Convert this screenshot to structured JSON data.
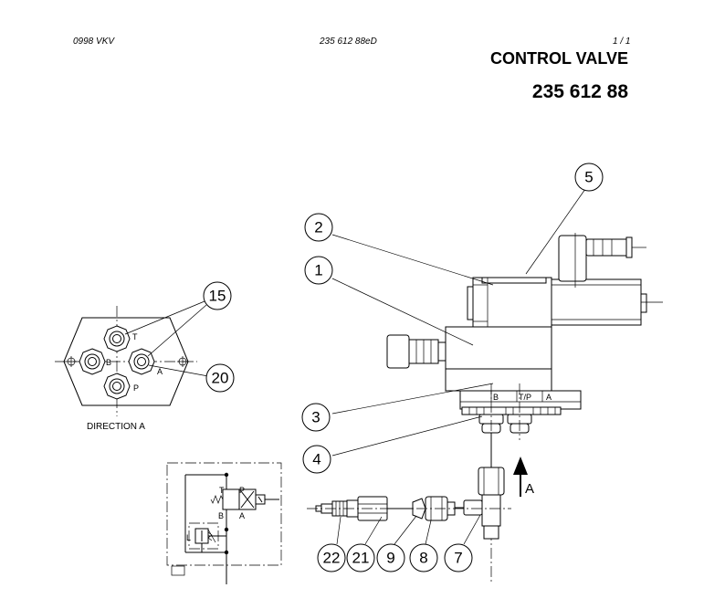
{
  "header": {
    "left": "0998  VKV",
    "middle": "235 612 88eD",
    "right": "1  /  1"
  },
  "title": "CONTROL VALVE",
  "part_number": "235 612 88",
  "direction_label": "DIRECTION  A",
  "view_arrow_label": "A",
  "port_labels": {
    "t": "T",
    "b": "B",
    "a": "A",
    "p": "P",
    "manifold_b": "B",
    "manifold_tp": "T/P",
    "manifold_a": "A"
  },
  "schematic_labels": {
    "t": "T",
    "p": "P",
    "b": "B",
    "a": "A",
    "l": "L"
  },
  "item_numbers": {
    "i1": "1",
    "i2": "2",
    "i3": "3",
    "i4": "4",
    "i5": "5",
    "i7": "7",
    "i8": "8",
    "i9": "9",
    "i15": "15",
    "i20": "20",
    "i21": "21",
    "i22": "22"
  }
}
